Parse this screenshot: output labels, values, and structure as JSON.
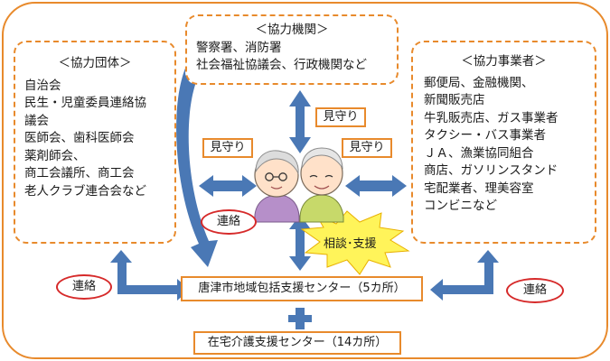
{
  "kyoryoku_kikan": {
    "title": "＜協力機関＞",
    "lines": [
      "警察署、消防署",
      "社会福祉協議会、行政機関など"
    ]
  },
  "kyoryoku_dantai": {
    "title": "＜協力団体＞",
    "lines": [
      "自治会",
      "民生・児童委員連絡協",
      "議会",
      "医師会、歯科医師会",
      "薬剤師会、",
      "商工会議所、商工会",
      "老人クラブ連合会など"
    ]
  },
  "kyoryoku_jigyosha": {
    "title": "＜協力事業者＞",
    "lines": [
      "郵便局、金融機関、",
      "新聞販売店",
      "牛乳販売店、ガス事業者",
      "タクシー・バス事業者",
      "ＪＡ、漁業協同組合",
      "商店、ガソリンスタンド",
      "宅配業者、理美容室",
      "コンビニなど"
    ]
  },
  "watch_labels": {
    "top": "見守り",
    "left": "見守り",
    "right": "見守り"
  },
  "contact_labels": {
    "center": "連絡",
    "left": "連絡",
    "right": "連絡"
  },
  "consult_support": "相談･支援",
  "center_org": "唐津市地域包括支援センター（5カ所）",
  "home_care_org": "在宅介護支援センター（14カ所）",
  "plus_sign": "＋",
  "colors": {
    "outer_border": "#e88a2c",
    "dashed_border": "#e88a2c",
    "arrow_fill": "#4a78b5",
    "contact_oval": "#d62a2a",
    "burst_fill": "#fff45a"
  },
  "icons": {
    "seniors": "elderly-couple-icon"
  }
}
